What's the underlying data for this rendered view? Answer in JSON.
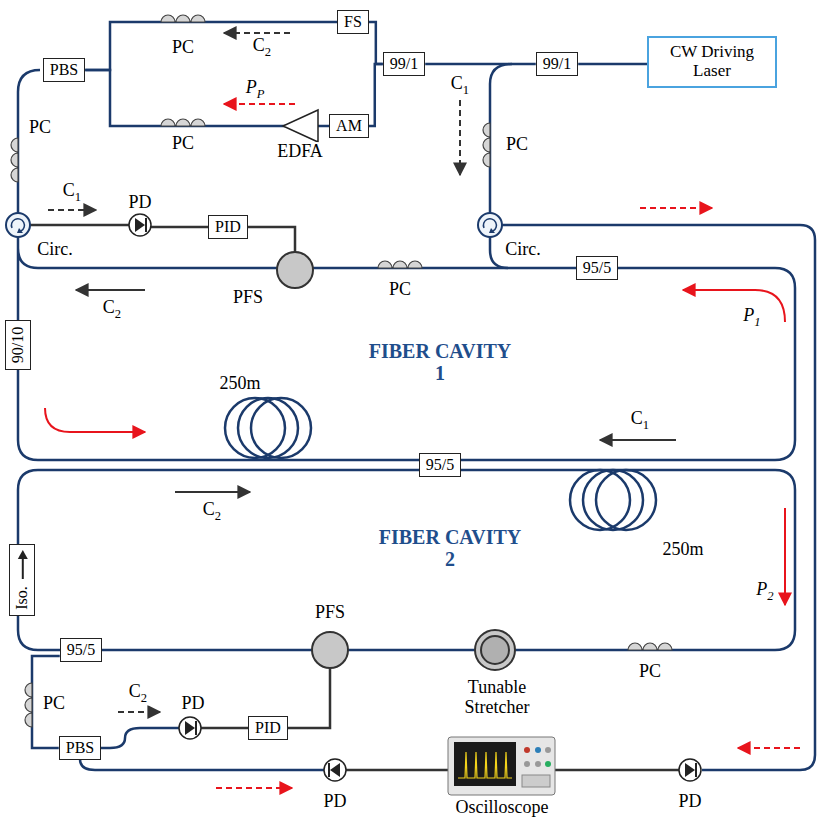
{
  "diagram": {
    "nodes": [
      {
        "text": [
          "FS"
        ]
      },
      {
        "text": [
          "99/1"
        ]
      },
      {
        "text": [
          "99/1"
        ]
      },
      {
        "text": [
          "CW Driving Laser"
        ]
      },
      {
        "text": [
          "PBS"
        ]
      },
      {
        "text": [
          "AM"
        ]
      },
      {
        "text": [
          "PID"
        ]
      },
      {
        "text": [
          "95/5"
        ]
      },
      {
        "text": [
          "90/10"
        ]
      },
      {
        "text": [
          "95/5"
        ]
      },
      {
        "text": [
          "Iso."
        ]
      },
      {
        "text": [
          "95/5"
        ]
      },
      {
        "text": [
          "PID"
        ]
      },
      {
        "text": [
          "PBS"
        ]
      }
    ],
    "edges": [
      {
        "from": 3,
        "to": 2,
        "arrow": "none"
      },
      {
        "from": 2,
        "to": 1,
        "arrow": "none"
      },
      {
        "from": 1,
        "to": 0,
        "arrow": "none"
      },
      {
        "from": 1,
        "to": 5,
        "arrow": "none"
      },
      {
        "from": 0,
        "to": 4,
        "arrow": "none"
      },
      {
        "from": 5,
        "to": 4,
        "arrow": "none"
      },
      {
        "from": 11,
        "to": 13,
        "arrow": "none"
      }
    ],
    "labels": [
      "PC",
      "C2",
      "PC",
      "PP",
      "EDFA",
      "PC",
      "C1",
      "PD",
      "Circ.",
      "PC",
      "C1",
      "Circ.",
      "PFS",
      "C2",
      "PC",
      "FIBER CAVITY 1",
      "P1",
      "250m",
      "C1",
      "C2",
      "FIBER CAVITY 2",
      "P2",
      "250m",
      "PFS",
      "Tunable Stretcher",
      "PC",
      "PC",
      "C2",
      "PD",
      "PD",
      "Oscilloscope",
      "PD"
    ]
  }
}
